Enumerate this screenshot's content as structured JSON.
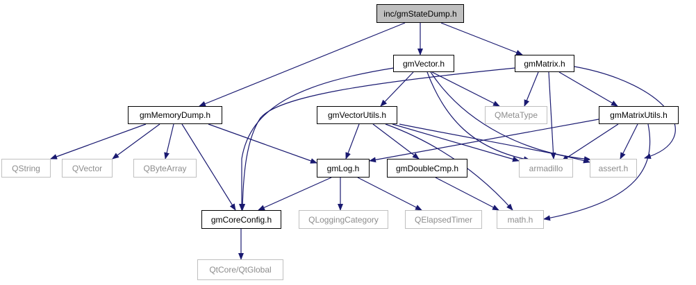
{
  "diagram": {
    "nodes": {
      "root": "inc/gmStateDump.h",
      "gmVector": "gmVector.h",
      "gmMatrix": "gmMatrix.h",
      "gmMemoryDump": "gmMemoryDump.h",
      "gmVectorUtils": "gmVectorUtils.h",
      "QMetaType": "QMetaType",
      "gmMatrixUtils": "gmMatrixUtils.h",
      "QString": "QString",
      "QVector": "QVector",
      "QByteArray": "QByteArray",
      "gmLog": "gmLog.h",
      "gmDoubleCmp": "gmDoubleCmp.h",
      "armadillo": "armadillo",
      "assert": "assert.h",
      "gmCoreConfig": "gmCoreConfig.h",
      "QLoggingCategory": "QLoggingCategory",
      "QElapsedTimer": "QElapsedTimer",
      "math": "math.h",
      "QtGlobal": "QtCore/QtGlobal"
    },
    "colors": {
      "edge": "#191970",
      "border": "#000000",
      "external_border": "#bfbfbf",
      "external_text": "#8c8c8c",
      "root_fill": "#bfbfbf"
    }
  }
}
